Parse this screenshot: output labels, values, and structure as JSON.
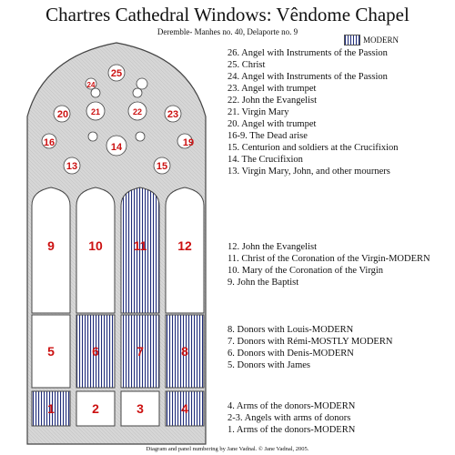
{
  "title": "Chartres Cathedral Windows: Vêndome Chapel",
  "subtitle": "Deremble- Manhes no. 40, Delaporte no. 9",
  "legend": {
    "label": "MODERN",
    "hatch_color": "#1f2c7a"
  },
  "colors": {
    "number": "#cc1111",
    "stone": "#d9d9d9",
    "outline": "#444444",
    "hatch": "#1f2c7a"
  },
  "panels": [
    {
      "id": "1",
      "label": "1",
      "modern": true
    },
    {
      "id": "2",
      "label": "2",
      "modern": false
    },
    {
      "id": "3",
      "label": "3",
      "modern": false
    },
    {
      "id": "4",
      "label": "4",
      "modern": true
    },
    {
      "id": "5",
      "label": "5",
      "modern": false
    },
    {
      "id": "6",
      "label": "6",
      "modern": true
    },
    {
      "id": "7",
      "label": "7",
      "modern": true
    },
    {
      "id": "8",
      "label": "8",
      "modern": true
    },
    {
      "id": "9",
      "label": "9",
      "modern": false
    },
    {
      "id": "10",
      "label": "10",
      "modern": false
    },
    {
      "id": "11",
      "label": "11",
      "modern": true
    },
    {
      "id": "12",
      "label": "12",
      "modern": false
    }
  ],
  "tracery_labels": [
    "13",
    "14",
    "15",
    "16",
    "19",
    "20",
    "21",
    "22",
    "23",
    "24",
    "25"
  ],
  "key_groups": [
    {
      "items": [
        "26. Angel with Instruments of the Passion",
        "25. Christ",
        "24. Angel with Instruments of the Passion",
        "23. Angel with trumpet",
        "22. John the Evangelist",
        "21. Virgin Mary",
        "20. Angel with trumpet",
        "16-9. The Dead arise",
        "15. Centurion and soldiers at the Crucifixion",
        "14. The Crucifixion",
        "13. Virgin Mary, John, and other mourners"
      ]
    },
    {
      "items": [
        "12. John the Evangelist",
        "11. Christ of the Coronation of the Virgin-MODERN",
        "10. Mary of the Coronation of the Virgin",
        "  9. John the Baptist"
      ]
    },
    {
      "items": [
        "8. Donors with Louis-MODERN",
        "7. Donors with Rémi-MOSTLY MODERN",
        "6. Donors with Denis-MODERN",
        "5. Donors with James"
      ]
    },
    {
      "items": [
        "4. Arms of the donors-MODERN",
        "2-3. Angels with arms of donors",
        "1. Arms of the donors-MODERN"
      ]
    }
  ],
  "credit": "Diagram  and panel  numbering by Jane Vadnal. © Jane Vadnal, 2005."
}
